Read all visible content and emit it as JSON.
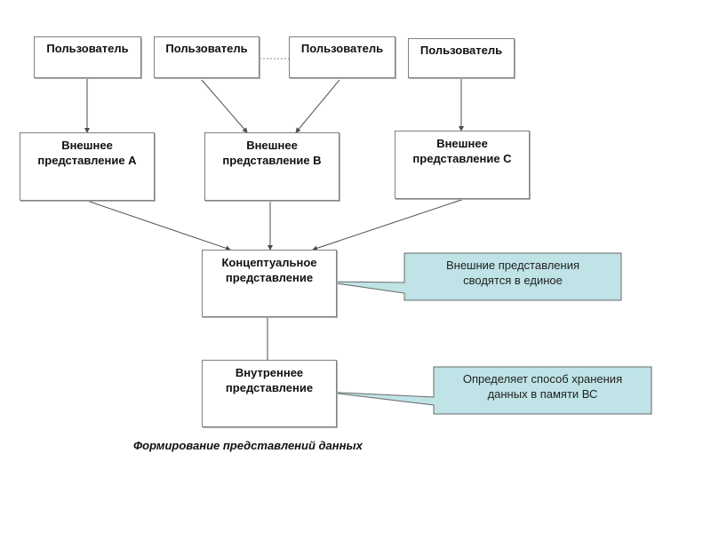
{
  "diagram": {
    "users": [
      {
        "label": "Пользователь"
      },
      {
        "label": "Пользователь"
      },
      {
        "label": "Пользователь"
      },
      {
        "label": "Пользователь"
      }
    ],
    "external_views": [
      {
        "label": "Внешнее\nпредставление А"
      },
      {
        "label": "Внешнее\nпредставление В"
      },
      {
        "label": "Внешнее\nпредставление С"
      }
    ],
    "conceptual_view": {
      "label": "Концептуальное\nпредставление"
    },
    "internal_view": {
      "label": "Внутреннее\nпредставление"
    },
    "callouts": [
      {
        "text": "Внешние представления\nсводятся в единое"
      },
      {
        "text": "Определяет способ хранения\nданных в памяти ВС"
      }
    ],
    "caption": "Формирование представлений данных",
    "colors": {
      "callout_fill": "#bfe3e6",
      "line": "#4d4d4d",
      "box_border": "#808080"
    }
  }
}
